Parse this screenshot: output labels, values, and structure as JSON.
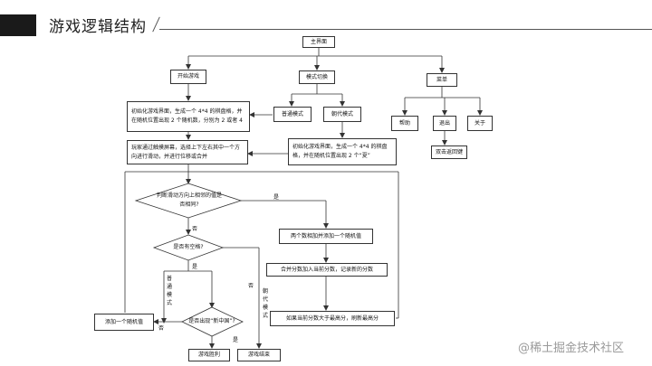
{
  "header": {
    "title": "游戏逻辑结构"
  },
  "nodes": {
    "main_menu": "主界面",
    "start_game": "开始游戏",
    "mode_switch": "模式切换",
    "menu": "菜单",
    "normal_mode": "普通模式",
    "dynasty_mode": "朝代模式",
    "help": "帮助",
    "exit": "退出",
    "about": "关于",
    "double_back": "双击返回键",
    "init_normal": "初始化游戏界面，生成一个 4*4 的棋盘格，并在随机位置出现 2 个随机数，分别为 2 或者 4",
    "init_dynasty": "初始化游戏界面，生成一个 4*4 的棋盘格，并在随机位置出现 2 个“夏”",
    "swipe": "玩家通过触摸屏幕，选择上下左右其中一个方向进行滑动，并进行位移或合并",
    "decision_same": "判断滑动方向上相邻的值是否相同?",
    "decision_full": "是否有空格?",
    "decision_china": "是否出现“新中国”?",
    "add_merge": "两个数相加并添加一个随机值",
    "add_score": "合并分数加入当前分数，记录新的分数",
    "best_score": "如果当前分数大于最高分，刷新最高分",
    "add_random": "添加一个随机值",
    "victory": "游戏胜利",
    "game_over": "游戏结束"
  },
  "edge_labels": {
    "yes_same": "是",
    "no_same": "否",
    "yes_full": "是",
    "no_full": "否",
    "normal_branch": "普通模式",
    "dynasty_branch": "朝代模式",
    "yes_china": "是",
    "no_china": "否"
  },
  "watermark": "@稀土掘金技术社区"
}
